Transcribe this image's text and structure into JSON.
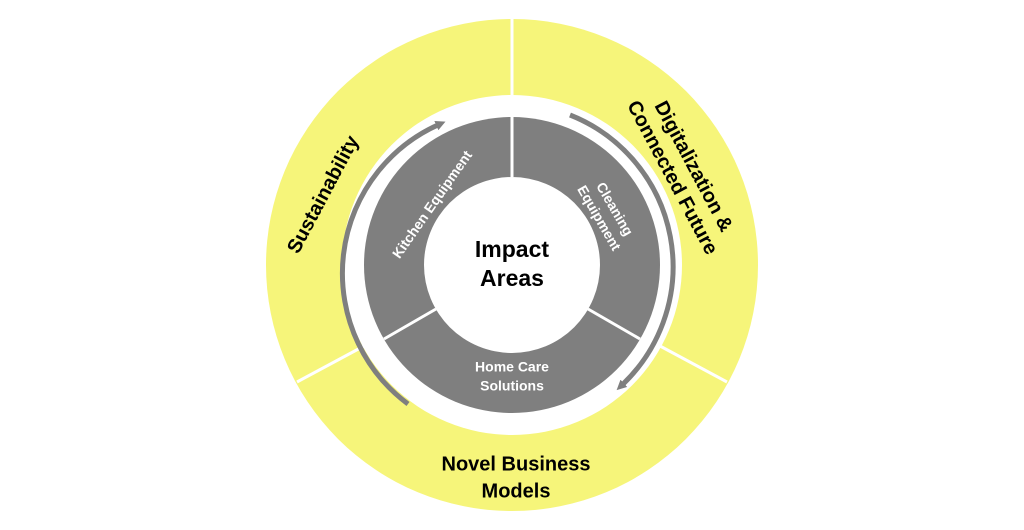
{
  "center": {
    "line1": "Impact",
    "line2": "Areas"
  },
  "outer_segments": {
    "sustainability": "Sustainability",
    "digitalization_line1": "Digitalization &",
    "digitalization_line2": "Connected Future",
    "business_line1": "Novel Business",
    "business_line2": "Models"
  },
  "inner_segments": {
    "kitchen": "Kitchen Equipment",
    "cleaning_line1": "Cleaning",
    "cleaning_line2": "Equipment",
    "homecare_line1": "Home Care",
    "homecare_line2": "Solutions"
  },
  "colors": {
    "outer_ring": "#f6f57a",
    "inner_ring": "#7f7f7f",
    "separator": "#ffffff",
    "arrow": "#7f7f7f",
    "center_fill": "#ffffff"
  }
}
